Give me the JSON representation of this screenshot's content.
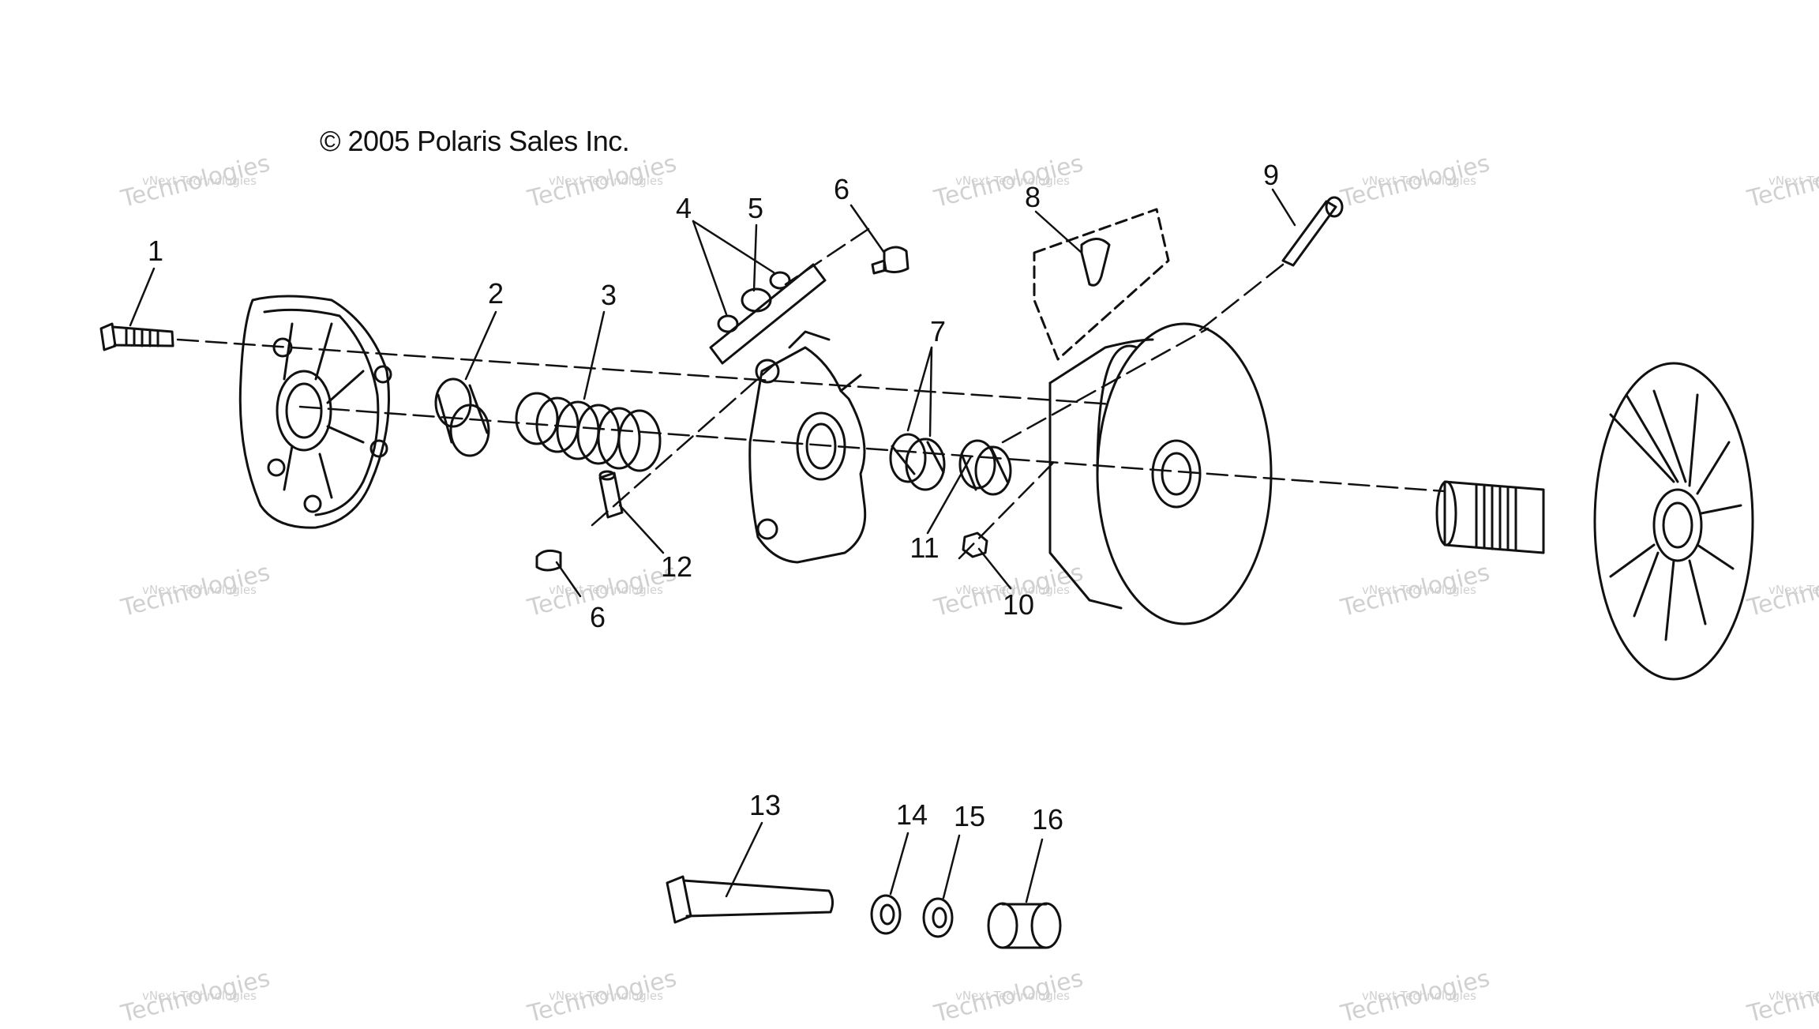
{
  "copyright": "© 2005 Polaris Sales Inc.",
  "watermark": {
    "line1": "vNext Technologies",
    "line2": "Technologies"
  },
  "callouts": [
    "1",
    "2",
    "3",
    "4",
    "5",
    "6",
    "6",
    "7",
    "8",
    "9",
    "10",
    "11",
    "12",
    "13",
    "14",
    "15",
    "16"
  ],
  "colors": {
    "ink": "#111111",
    "watermark": "#bdbdbd"
  }
}
